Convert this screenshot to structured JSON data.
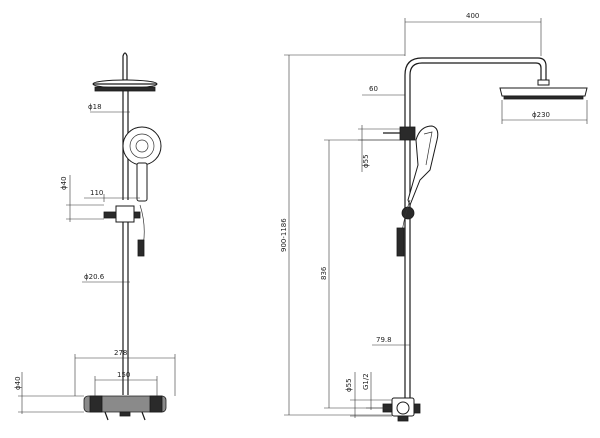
{
  "front_view": {
    "dims": {
      "head_pipe_dia": "ϕ18",
      "bracket_dia": "ϕ40",
      "arm_length": "110",
      "pipe_dia": "ϕ20.6",
      "center_distance": "278",
      "mount_spacing": "150",
      "mixer_dia": "ϕ40"
    }
  },
  "side_view": {
    "dims": {
      "arm_reach": "400",
      "top_offset": "60",
      "head_dia": "ϕ230",
      "handset_holder_dia": "ϕ55",
      "total_height": "900-1186",
      "holder_height": "836",
      "mixer_offset": "79.8",
      "bottom_dia": "ϕ55",
      "thread": "G1/2"
    }
  }
}
